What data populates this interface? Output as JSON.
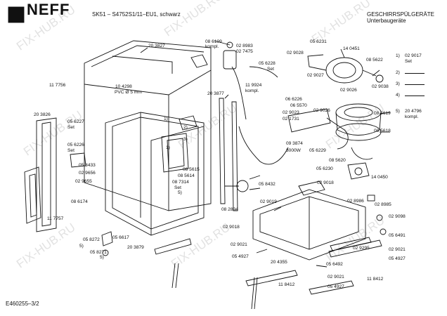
{
  "header": {
    "brand": "NEFF",
    "model_line": "SK51 – S4752S1/11–EU1, schwarz",
    "category_line1": "GESCHIRRSPÜLGERÄTE",
    "category_line2": "Unterbaugeräte"
  },
  "footer": {
    "doc_id": "E460255–3/2"
  },
  "watermark": {
    "text": "FIX-HUB.RU"
  },
  "legend": {
    "items": [
      {
        "num": "1)",
        "code": "02 9017",
        "note": "Set"
      },
      {
        "num": "2)",
        "code": "",
        "note": ""
      },
      {
        "num": "3)",
        "code": "",
        "note": ""
      },
      {
        "num": "4)",
        "code": "",
        "note": ""
      },
      {
        "num": "5)",
        "code": "20 4796",
        "note": "kompl."
      }
    ]
  },
  "parts": {
    "p203827": "20 3827",
    "p086109": "08 6109",
    "p086109b": "kompl.",
    "p028983": "02 8983",
    "p027475": "02 7475",
    "p056231": "05 6231",
    "p029028": "02 9028",
    "p140451": "14 0451",
    "p056228": "05 6228",
    "p056228b": "Set",
    "p085622": "08 5622",
    "p029027": "02 9027",
    "p029026a": "02 9026",
    "p029038": "02 9038",
    "p104298": "10 4298",
    "p104298b": "PVC Ø 5 mm",
    "p117756": "11 7756",
    "p119924": "11 9924",
    "p119924b": "kompl.",
    "p203877": "20 3877",
    "p066226": "06 6226",
    "p065570": "06 5570",
    "p029023": "02 9023",
    "p021731": "02 1731",
    "p029026b": "02 9026",
    "p085619": "08 5619",
    "p203826": "20 3826",
    "p056227": "05 6227",
    "p056227b": "Set",
    "p056226": "05 6226",
    "p056226b": "Set",
    "p093874": "09 3874",
    "p093874b": "3000W",
    "p056229": "05 6229",
    "p085618": "08 5618",
    "p085620": "08 5620",
    "p056230": "05 6230",
    "p140450": "14 0450",
    "p058433": "05 8433",
    "p029656": "02 9656",
    "p085615": "08 5615",
    "p085614": "08 5614",
    "p087314": "08 7314",
    "p087314b": "Set",
    "p029655": "02 9655",
    "p058432": "05 8432",
    "p029018a": "02 9018",
    "p086174": "08 6174",
    "p028986": "02 8986",
    "p028985": "02 8985",
    "p029019": "02 9019",
    "p082894": "08 2894",
    "p029098": "02 9098",
    "p117757": "11 7757",
    "p029018b": "02 9018",
    "p056491": "05 6491",
    "p058272": "05 8272",
    "p056617": "05 6617",
    "p029021a": "02 9021",
    "p029295": "02 9295",
    "p058271": "05 8271",
    "p203879": "20 3879",
    "p054927a": "05 4927",
    "p204355": "20 4355",
    "p029021b": "02 9021",
    "p056492": "05 6492",
    "p054927b": "05 4927",
    "p118412a": "11 8412",
    "p029021c": "02 9021",
    "p118412b": "11 8412",
    "p054927c": "05 4927",
    "c1a": "1)",
    "c1b": "1)",
    "c2": "2)",
    "c3": "3)",
    "c5a": "5)",
    "c5b": "5)",
    "c5c": "5)"
  }
}
